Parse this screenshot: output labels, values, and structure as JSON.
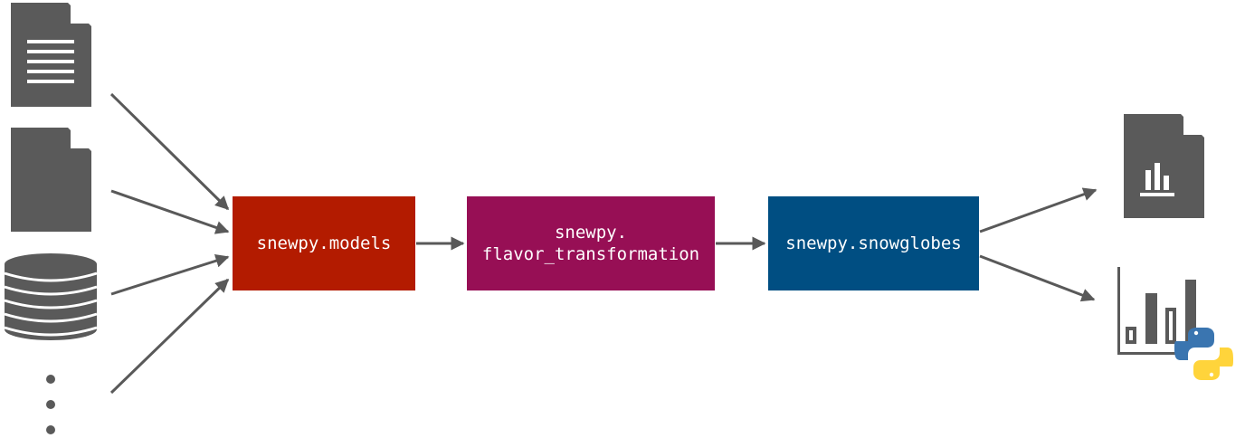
{
  "colors": {
    "models": "#b31b00",
    "flavor": "#970f55",
    "snowglobes": "#004e82",
    "icon_gray": "#5a5a5a",
    "arrow": "#595959",
    "python_blue": "#3a75b0",
    "python_yellow": "#ffd43b"
  },
  "icons": [
    "document-lines-icon",
    "document-blank-icon",
    "database-icon",
    "ellipsis-vertical-icon",
    "chart-document-icon",
    "bar-chart-python-icon"
  ],
  "boxes": {
    "models": {
      "label": "snewpy.models"
    },
    "flavor": {
      "line1": "snewpy.",
      "line2": "flavor_transformation"
    },
    "snowglobes": {
      "label": "snewpy.snowglobes"
    }
  }
}
